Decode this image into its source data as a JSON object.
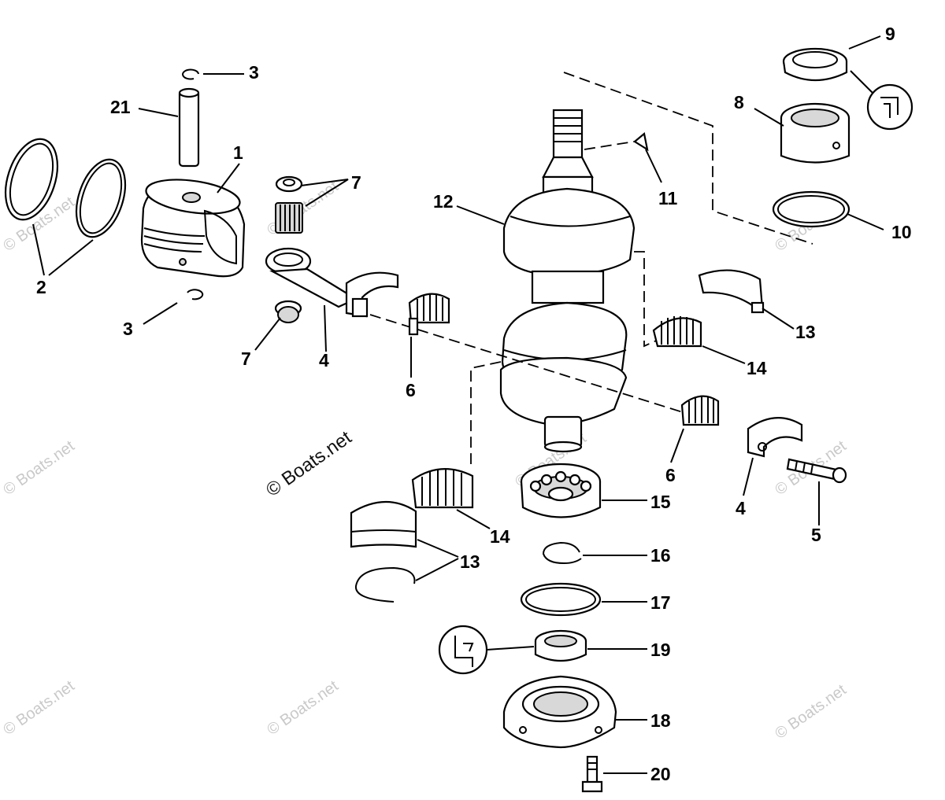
{
  "watermark": {
    "main": "© Boats.net",
    "faint": "© Boats.net"
  },
  "callouts": {
    "c1": "1",
    "c2": "2",
    "c3a": "3",
    "c3b": "3",
    "c4a": "4",
    "c4b": "4",
    "c5": "5",
    "c6a": "6",
    "c6b": "6",
    "c7a": "7",
    "c7b": "7",
    "c8": "8",
    "c9": "9",
    "c10": "10",
    "c11": "11",
    "c12": "12",
    "c13a": "13",
    "c13b": "13",
    "c14a": "14",
    "c14b": "14",
    "c15": "15",
    "c16": "16",
    "c17": "17",
    "c18": "18",
    "c19": "19",
    "c20": "20",
    "c21": "21"
  },
  "symbols": {
    "seal_symbol_top": "grease-icon",
    "seal_symbol_bottom": "grease-icon"
  },
  "colors": {
    "ink": "#000000",
    "watermark": "#c9c9c9",
    "background": "#ffffff"
  }
}
